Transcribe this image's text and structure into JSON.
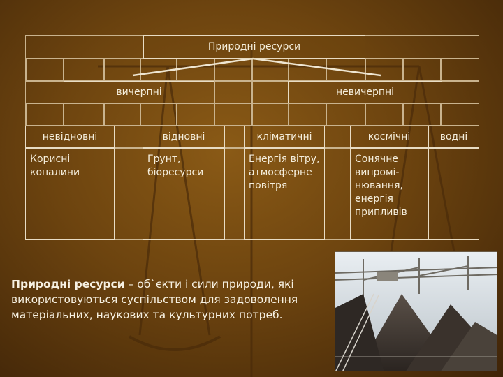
{
  "diagram": {
    "root": "Природні ресурси",
    "branches": [
      "вичерпні",
      "невичерпні"
    ],
    "categories": [
      {
        "label": "невідновні",
        "examples": "Корисні копалини"
      },
      {
        "label": "відновні",
        "examples": "Грунт, біоресурси"
      },
      {
        "label": "кліматичні",
        "examples": "Енергія вітру, атмосферне повітря"
      },
      {
        "label": "космічні",
        "examples": "Сонячне випромі-нювання, енергія припливів"
      },
      {
        "label": "водні",
        "examples": ""
      }
    ]
  },
  "definition": {
    "term": "Природні ресурси",
    "text": " – об`єкти і сили природи, які використовуються суспільством для задоволення матеріальних, наукових та культурних потреб."
  },
  "colors": {
    "background": "#6d440f",
    "border": "#e8dcc4",
    "text": "#f5eedc"
  }
}
